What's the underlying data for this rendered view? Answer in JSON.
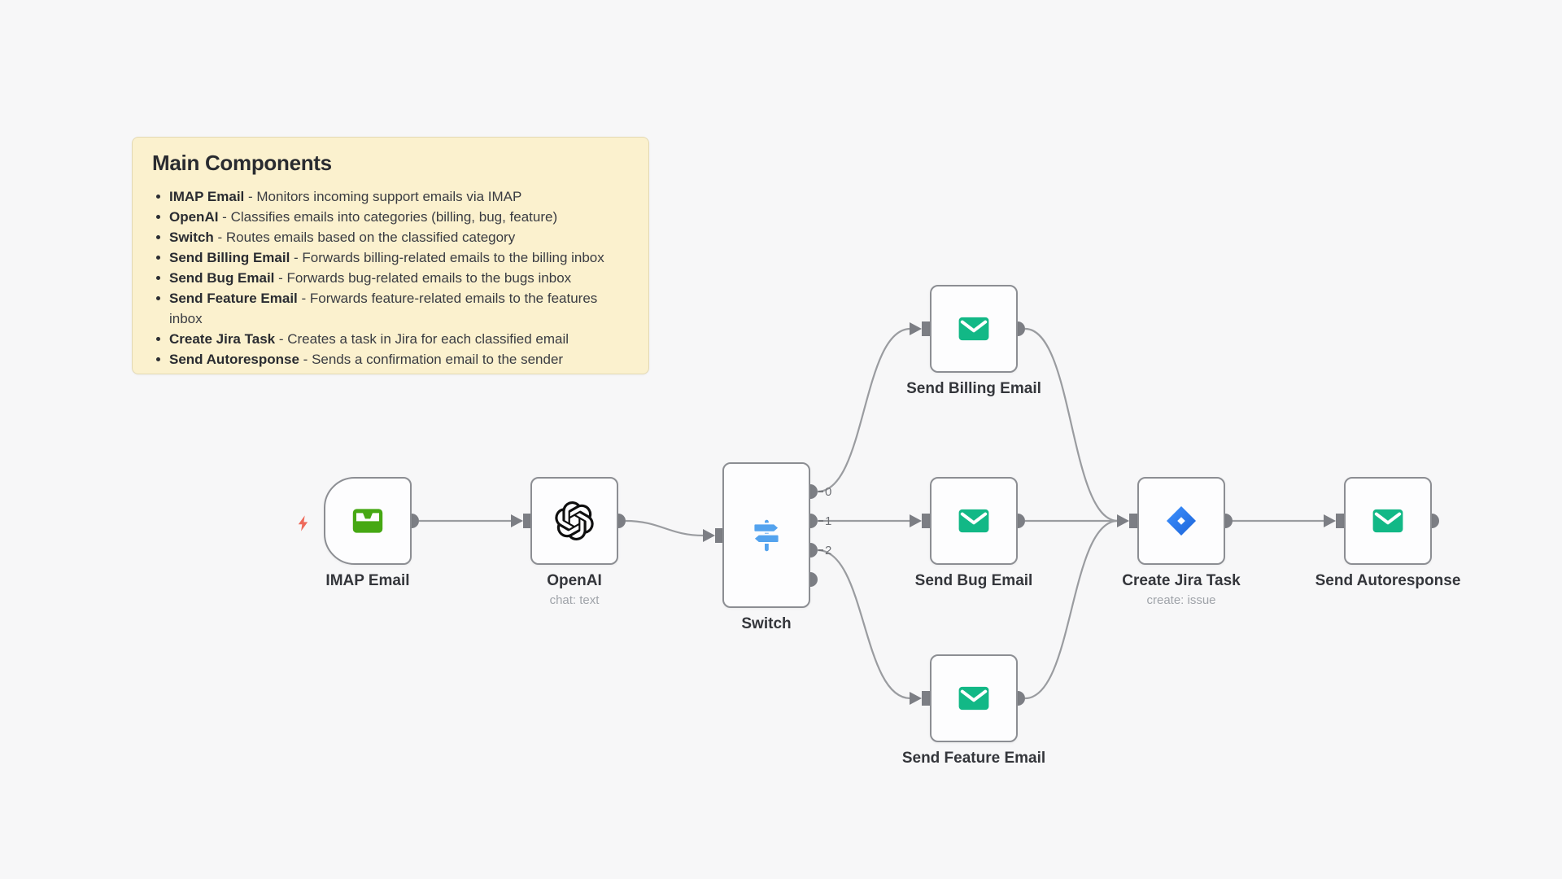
{
  "note": {
    "title": "Main Components",
    "separator": " - ",
    "items": [
      {
        "name": "IMAP Email",
        "desc": "Monitors incoming support emails via IMAP"
      },
      {
        "name": "OpenAI",
        "desc": "Classifies emails into categories (billing, bug, feature)"
      },
      {
        "name": "Switch",
        "desc": "Routes emails based on the classified category"
      },
      {
        "name": "Send Billing Email",
        "desc": "Forwards billing-related emails to the billing inbox"
      },
      {
        "name": "Send Bug Email",
        "desc": "Forwards bug-related emails to the bugs inbox"
      },
      {
        "name": "Send Feature Email",
        "desc": "Forwards feature-related emails to the features inbox"
      },
      {
        "name": "Create Jira Task",
        "desc": "Creates a task in Jira for each classified email"
      },
      {
        "name": "Send Autoresponse",
        "desc": "Sends a confirmation email to the sender"
      }
    ]
  },
  "nodes": [
    {
      "label": "IMAP Email",
      "sublabel": "",
      "icon": "inbox-icon",
      "type": "trigger"
    },
    {
      "label": "OpenAI",
      "sublabel": "chat: text",
      "icon": "openai-icon"
    },
    {
      "label": "Switch",
      "sublabel": "",
      "icon": "signpost-icon",
      "outputs": [
        "0",
        "1",
        "2"
      ]
    },
    {
      "label": "Send Billing Email",
      "sublabel": "",
      "icon": "envelope-icon"
    },
    {
      "label": "Send Bug Email",
      "sublabel": "",
      "icon": "envelope-icon"
    },
    {
      "label": "Send Feature Email",
      "sublabel": "",
      "icon": "envelope-icon"
    },
    {
      "label": "Create Jira Task",
      "sublabel": "create: issue",
      "icon": "jira-icon"
    },
    {
      "label": "Send Autoresponse",
      "sublabel": "",
      "icon": "envelope-icon"
    }
  ],
  "colors": {
    "canvas_bg": "#f7f7f8",
    "note_bg": "#fbf1ce",
    "note_border": "#e3d9b4",
    "node_border": "#8c8e93",
    "wire": "#9a9ca0",
    "connector": "#7c7e84",
    "envelope_green": "#12b886",
    "inbox_green": "#46a813",
    "switch_blue": "#54a3ee",
    "jira_blue_light": "#3e92ff",
    "jira_blue_dark": "#1c63d8",
    "trigger_bolt_coral": "#ee6a5b"
  }
}
